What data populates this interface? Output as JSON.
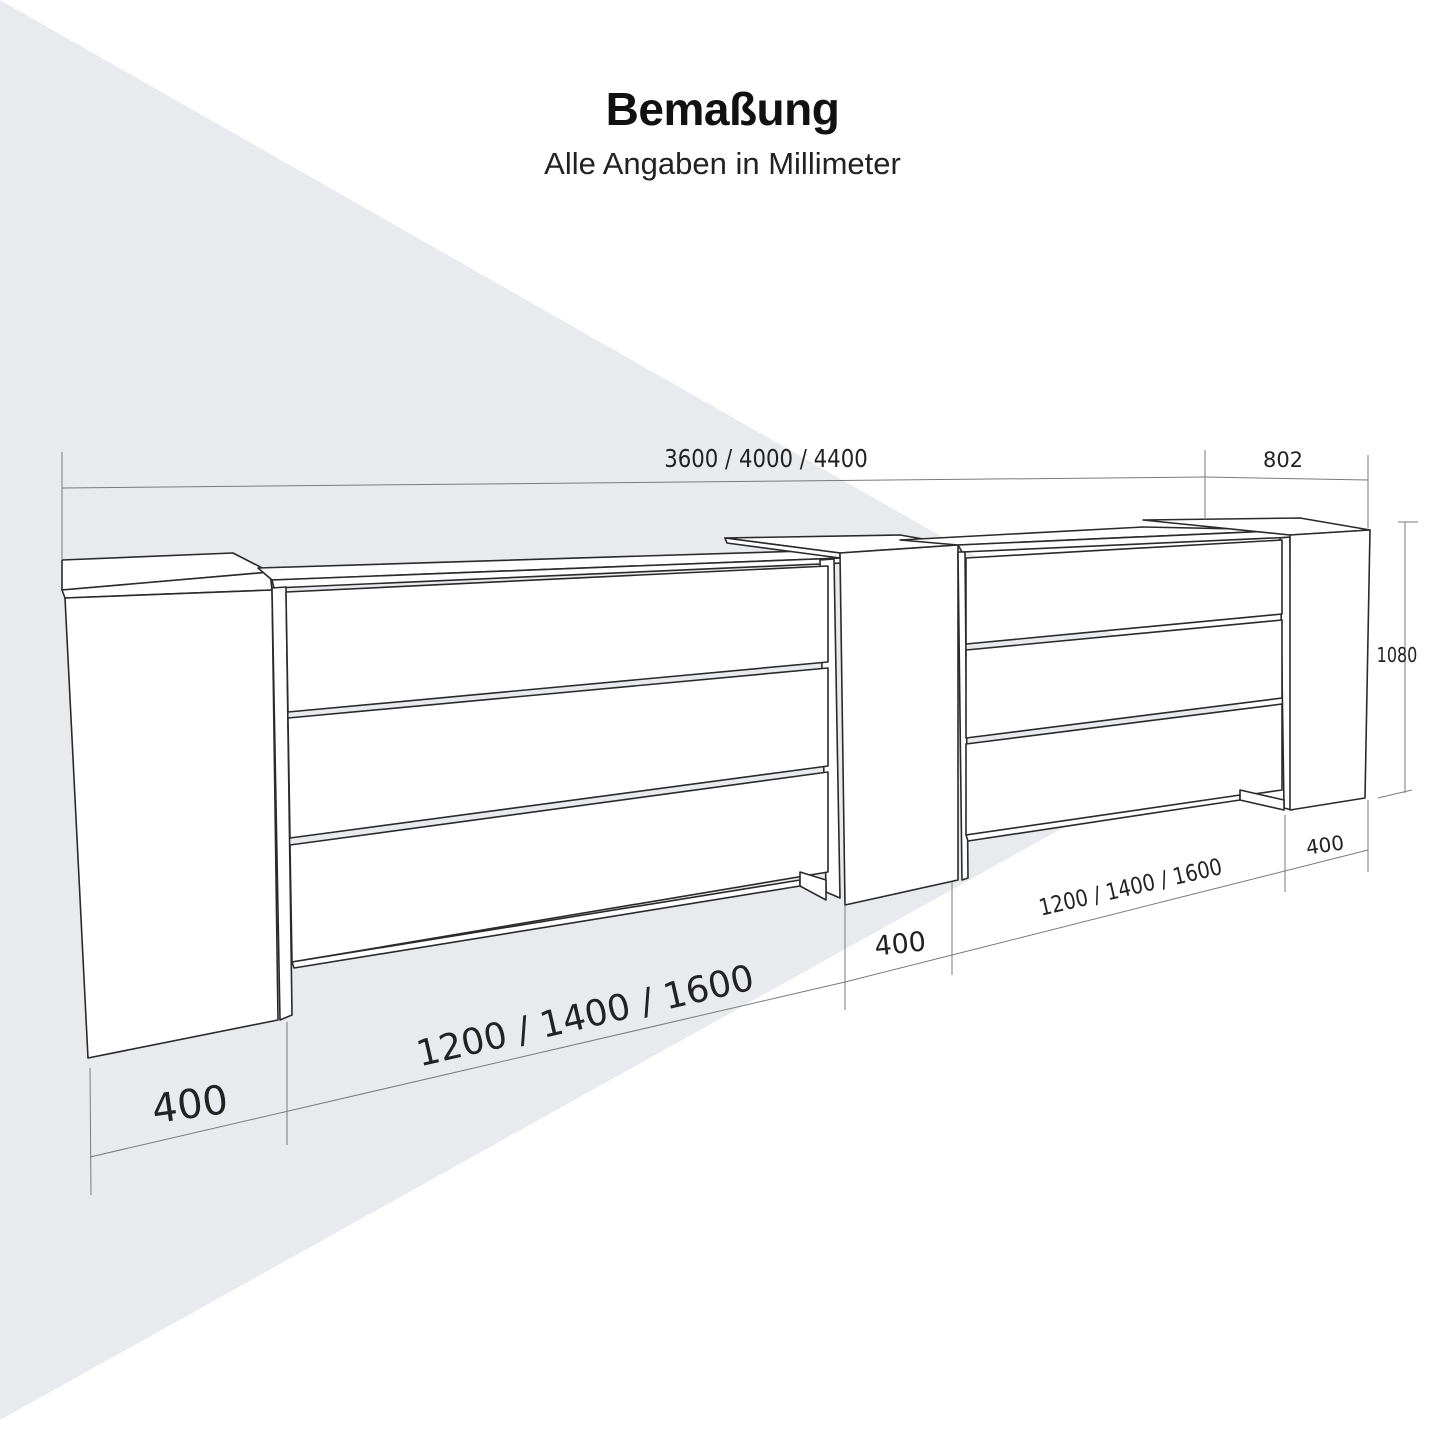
{
  "header": {
    "title": "Bemaßung",
    "subtitle": "Alle Angaben in Millimeter"
  },
  "dimensions": {
    "total_width": "3600 / 4000 / 4400",
    "depth": "802",
    "height": "1080",
    "left_end_width": "400",
    "left_module_width": "1200 / 1400 / 1600",
    "center_column_width": "400",
    "right_module_width": "1200 / 1400 / 1600",
    "right_end_width": "400"
  },
  "colors": {
    "background": "#ffffff",
    "shadow_wedge": "#e9eaee",
    "line": "#2a2a2a",
    "dimension_line": "#7a7a7a"
  }
}
